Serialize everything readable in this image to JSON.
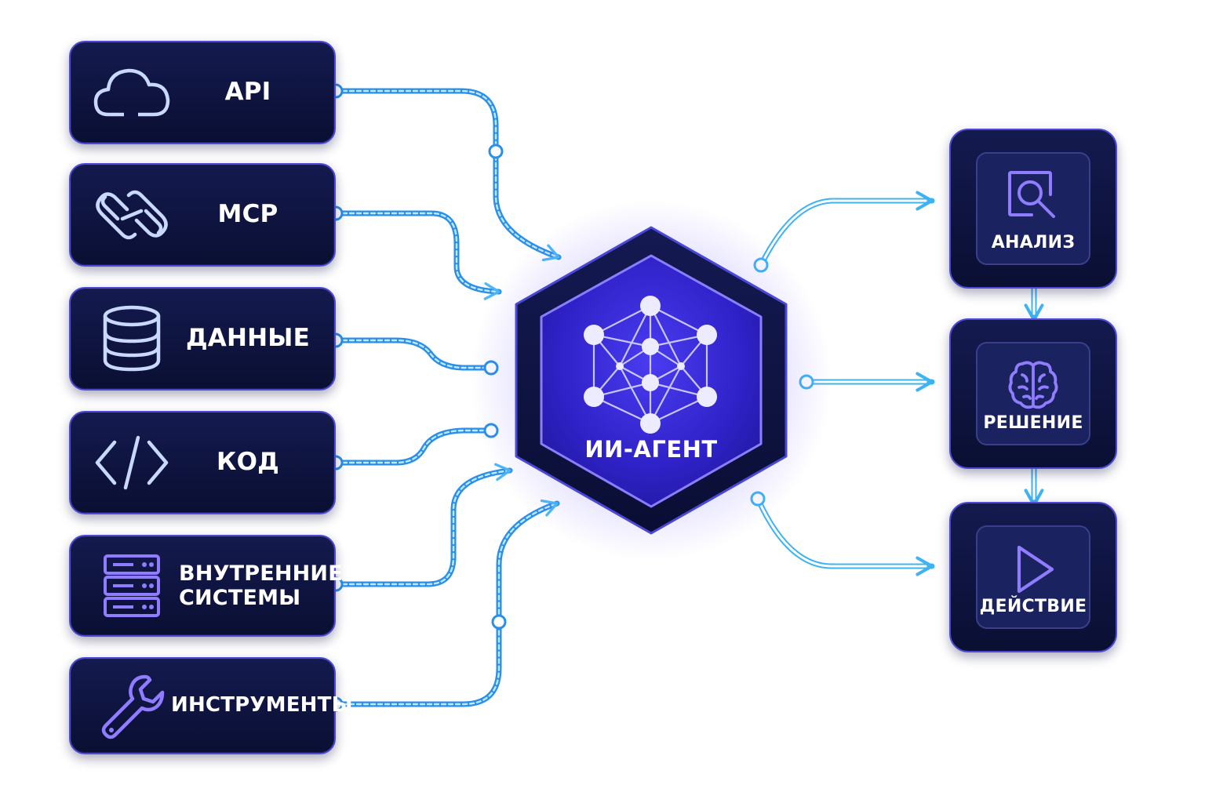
{
  "sources": [
    {
      "id": "api",
      "label": "API",
      "icon": "cloud-icon"
    },
    {
      "id": "mcp",
      "label": "MCP",
      "icon": "link-icon"
    },
    {
      "id": "data",
      "label": "ДАННЫЕ",
      "icon": "database-icon"
    },
    {
      "id": "code",
      "label": "КОД",
      "icon": "code-icon"
    },
    {
      "id": "internal",
      "label": "ВНУТРЕННИЕ\nСИСТЕМЫ",
      "icon": "server-icon"
    },
    {
      "id": "tools",
      "label": "ИНСТРУМЕНТЫ",
      "icon": "wrench-icon"
    }
  ],
  "agent": {
    "label": "ИИ-АГЕНТ",
    "icon": "neural-network-icon"
  },
  "outputs": [
    {
      "id": "analysis",
      "label": "АНАЛИЗ",
      "icon": "search-analysis-icon"
    },
    {
      "id": "decision",
      "label": "РЕШЕНИЕ",
      "icon": "brain-icon"
    },
    {
      "id": "action",
      "label": "ДЕЙСТВИЕ",
      "icon": "play-icon"
    }
  ],
  "colors": {
    "box_fill": "#0d1240",
    "box_border": "#4c4ad6",
    "connector": "#2d9cf0",
    "connector_light": "#5ec8ff",
    "agent_core": "#3b2fe0",
    "icon_light": "#c9d8ff",
    "icon_violet": "#8f7cff"
  }
}
